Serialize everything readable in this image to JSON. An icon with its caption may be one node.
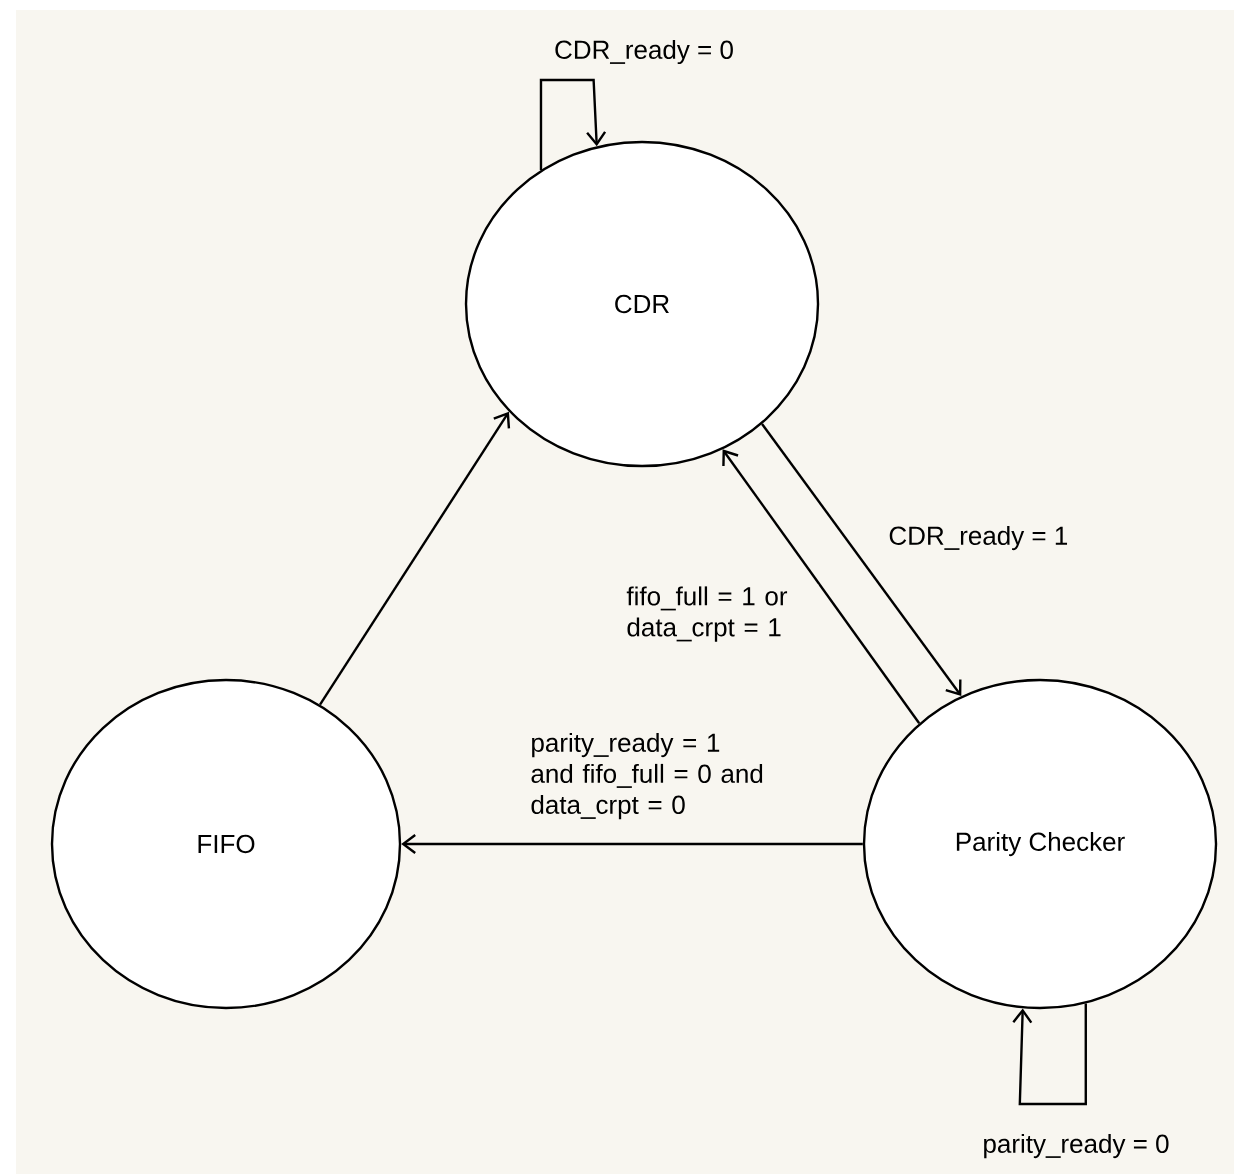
{
  "diagram": {
    "nodes": [
      {
        "text": [
          "CDR"
        ]
      },
      {
        "text": [
          "FIFO"
        ]
      },
      {
        "text": [
          "Parity Checker"
        ]
      }
    ],
    "edges": [
      {
        "from": 0,
        "to": 0,
        "arrow": "to",
        "label": "CDR_ready = 0"
      },
      {
        "from": 0,
        "to": 2,
        "arrow": "to",
        "label": "CDR_ready = 1"
      },
      {
        "from": 2,
        "to": 0,
        "arrow": "to",
        "label": "fifo_full = 1 or data_crpt = 1"
      },
      {
        "from": 2,
        "to": 1,
        "arrow": "to",
        "label": "parity_ready = 1 and fifo_full = 0 and data_crpt = 0"
      },
      {
        "from": 1,
        "to": 0,
        "arrow": "to"
      },
      {
        "from": 2,
        "to": 2,
        "arrow": "to",
        "label": "parity_ready = 0"
      }
    ]
  }
}
